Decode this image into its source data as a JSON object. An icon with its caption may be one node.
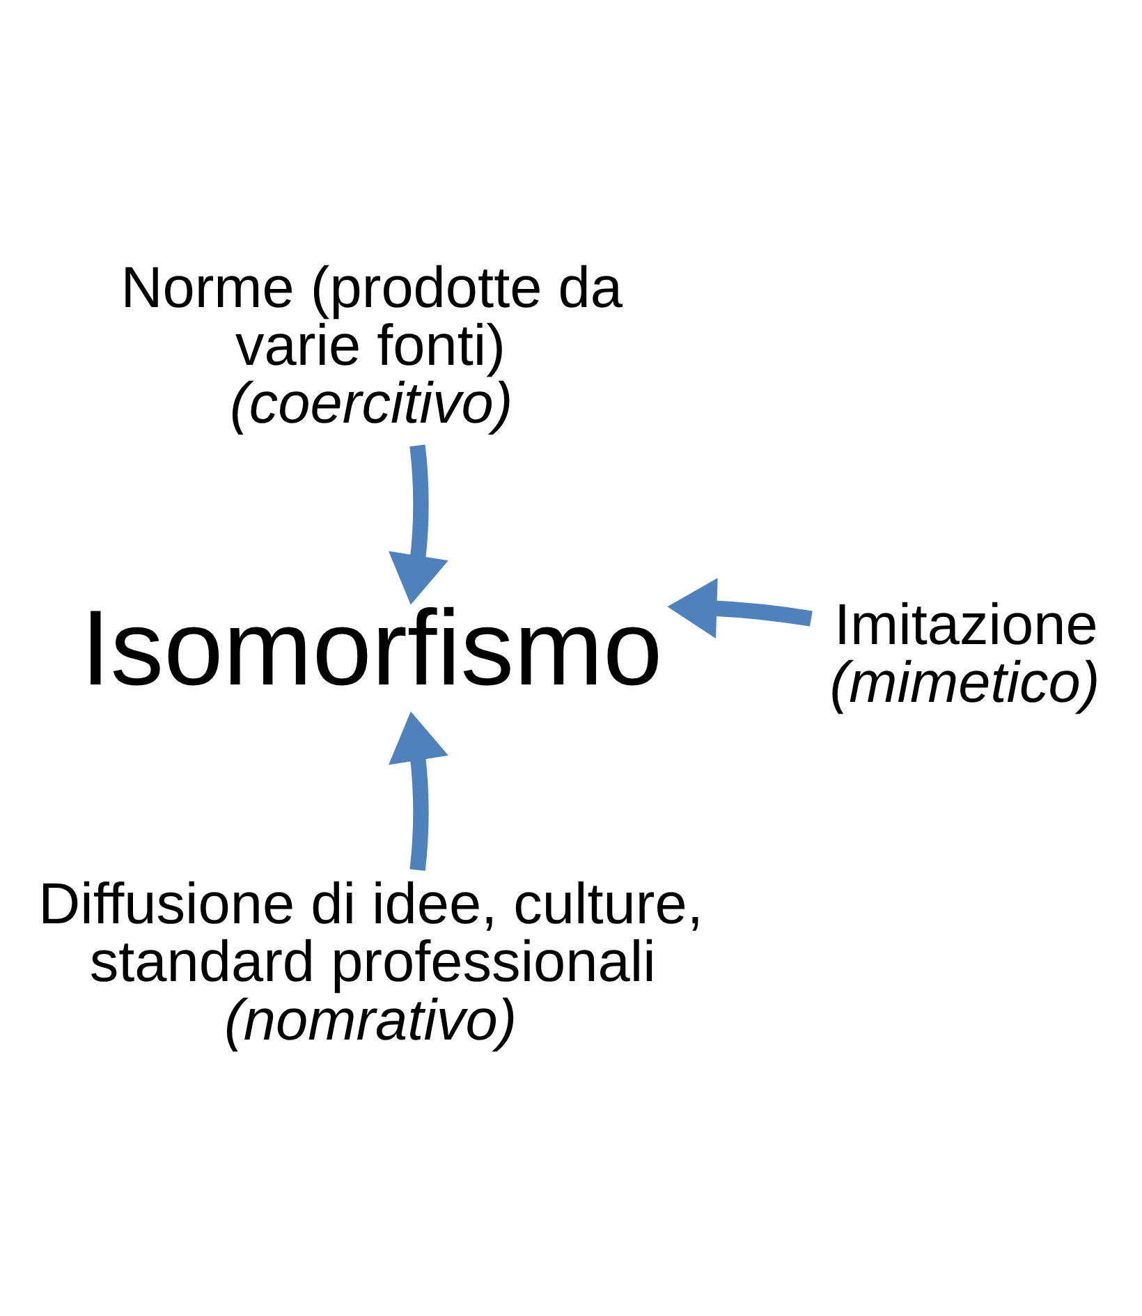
{
  "diagram": {
    "nodes": [
      {
        "text": [
          "Norme (prodotte da varie fonti)",
          "(coercitivo)"
        ]
      },
      {
        "text": [
          "Isomorfismo"
        ]
      },
      {
        "text": [
          "Imitazione",
          "(mimetico)"
        ]
      },
      {
        "text": [
          "Diffusione di idee, culture, standard professionali",
          "(nomrativo)"
        ]
      }
    ],
    "edges": [
      {
        "from": 0,
        "to": 1,
        "arrow": "to"
      },
      {
        "from": 2,
        "to": 1,
        "arrow": "to"
      },
      {
        "from": 3,
        "to": 1,
        "arrow": "to"
      }
    ]
  }
}
